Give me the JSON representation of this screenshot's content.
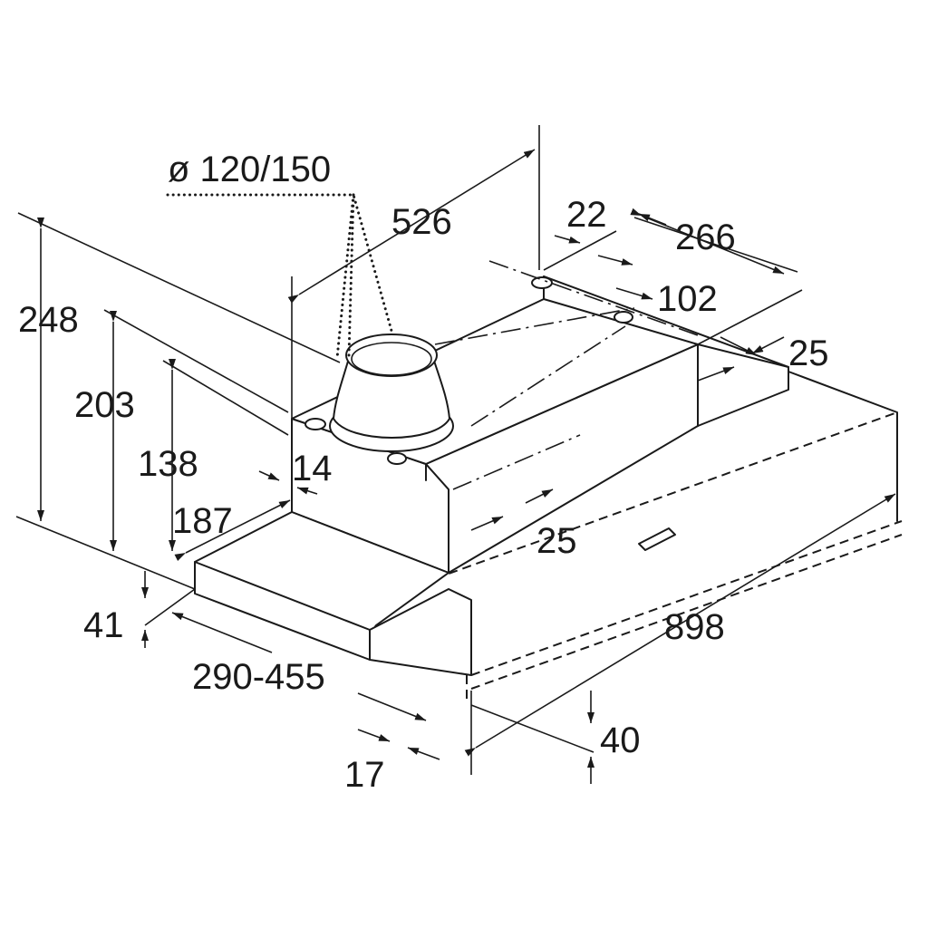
{
  "diagram": {
    "labels": {
      "duct_diameter": "ø 120/150",
      "depth": "526",
      "overall_height": "248",
      "body_height": "203",
      "front_height": "138",
      "rear_offset": "22",
      "outlet_width": "266",
      "outlet_offset": "102",
      "side_offset_right": "25",
      "front_setback": "14",
      "front_depth": "187",
      "bottom_offset": "25",
      "width": "898",
      "visor_thickness": "41",
      "extension_range": "290-455",
      "panel_thickness": "17",
      "base_height": "40"
    }
  }
}
